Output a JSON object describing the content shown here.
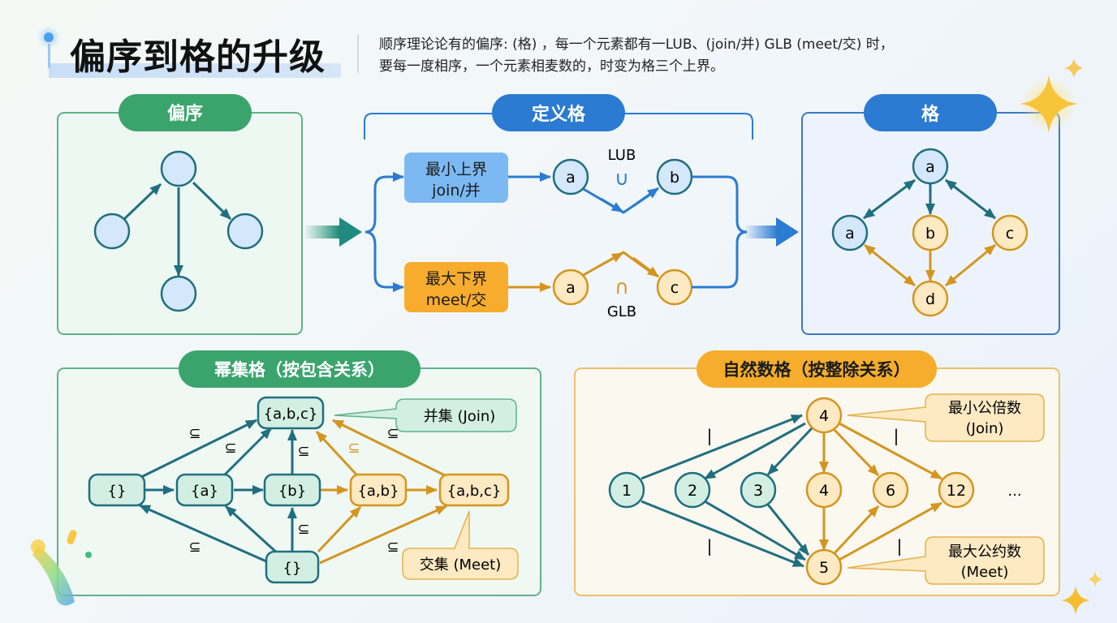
{
  "header": {
    "title": "偏序到格的升级",
    "description_line1": "顺序理论论有的偏序: (格) ，每一个元素都有一LUB、(join/并) GLB (meet/交) 时，",
    "description_line2": "要每一度相序，一个元素相麦数的，时变为格三个上界。"
  },
  "colors": {
    "green": "#3aa46c",
    "blue": "#2a7bd1",
    "orange": "#f2a92a",
    "teal_edge": "#1f6f7f",
    "gold_edge": "#d4951f",
    "node_blue_fill": "#d5e7fb",
    "node_green_fill": "#d3efe3",
    "node_gold_fill": "#fde9c2"
  },
  "poset_panel": {
    "label": "偏序",
    "nodes": [
      "",
      "",
      "",
      ""
    ]
  },
  "define_panel": {
    "label": "定义格",
    "join_box": {
      "line1": "最小上界",
      "line2": "join/并"
    },
    "meet_box": {
      "line1": "最大下界",
      "line2": "meet/交"
    },
    "join_nodes": [
      "a",
      "b"
    ],
    "meet_nodes": [
      "a",
      "c"
    ],
    "join_symbol": "∪",
    "meet_symbol": "∩",
    "lub_label": "LUB",
    "glb_label": "GLB"
  },
  "lattice_panel": {
    "label": "格",
    "nodes": [
      "a",
      "a",
      "b",
      "c",
      "d"
    ]
  },
  "powerset_panel": {
    "label": "幂集格（按包含关系）",
    "nodes": [
      "{a,b,c}",
      "{}",
      "{a}",
      "{b}",
      "{a,b}",
      "{a,b,c}",
      "{}"
    ],
    "subset_symbol": "⊆",
    "join_callout": "并集 (Join)",
    "meet_callout": "交集 (Meet)"
  },
  "divisor_panel": {
    "label": "自然数格（按整除关系）",
    "top_node": "4",
    "row_nodes": [
      "1",
      "2",
      "3",
      "4",
      "6",
      "12"
    ],
    "bottom_node": "5",
    "ellipsis": "...",
    "divides_symbol": "|",
    "join_callout_line1": "最小公倍数",
    "join_callout_line2": "(Join)",
    "meet_callout_line1": "最大公约数",
    "meet_callout_line2": "(Meet)"
  }
}
